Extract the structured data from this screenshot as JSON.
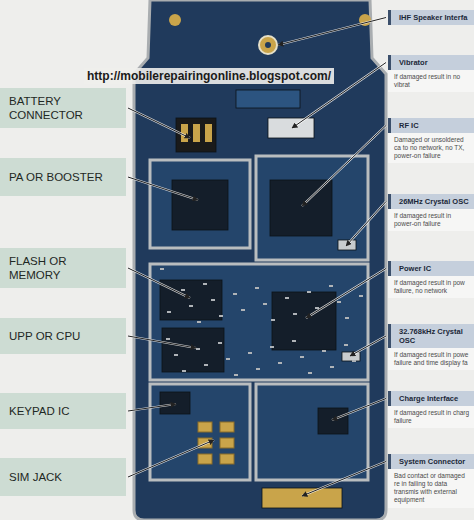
{
  "diagram": {
    "nodes": [
      {
        "text": [
          "BATTERY CONNECTOR"
        ]
      },
      {
        "text": [
          "PA OR BOOSTER"
        ]
      },
      {
        "text": [
          "FLASH OR MEMORY"
        ]
      },
      {
        "text": [
          "UPP OR CPU"
        ]
      },
      {
        "text": [
          "KEYPAD IC"
        ]
      },
      {
        "text": [
          "SIM JACK"
        ]
      },
      {
        "text": [
          "IHF Speaker Interfa"
        ]
      },
      {
        "text": [
          "Vibrator",
          "If damaged result in no vibrat"
        ]
      },
      {
        "text": [
          "RF IC",
          "Damaged or unsoldered ca to no network, no TX, power-on failure"
        ]
      },
      {
        "text": [
          "26MHz Crystal OSC",
          "If damaged result in power-on failure"
        ]
      },
      {
        "text": [
          "Power IC",
          "If damaged result in pow failure, no network"
        ]
      },
      {
        "text": [
          "32.768kHz Crystal OSC",
          "If damaged result in powe failure and time display fa"
        ]
      },
      {
        "text": [
          "Charge Interface",
          "If damaged result in charg failure"
        ]
      },
      {
        "text": [
          "System Connector",
          "Bad contact or damaged re in failing to data transmis with external equipment"
        ]
      }
    ],
    "edges": [],
    "labels": [
      "http://mobilerepairingonline.blogspot.com/"
    ]
  }
}
